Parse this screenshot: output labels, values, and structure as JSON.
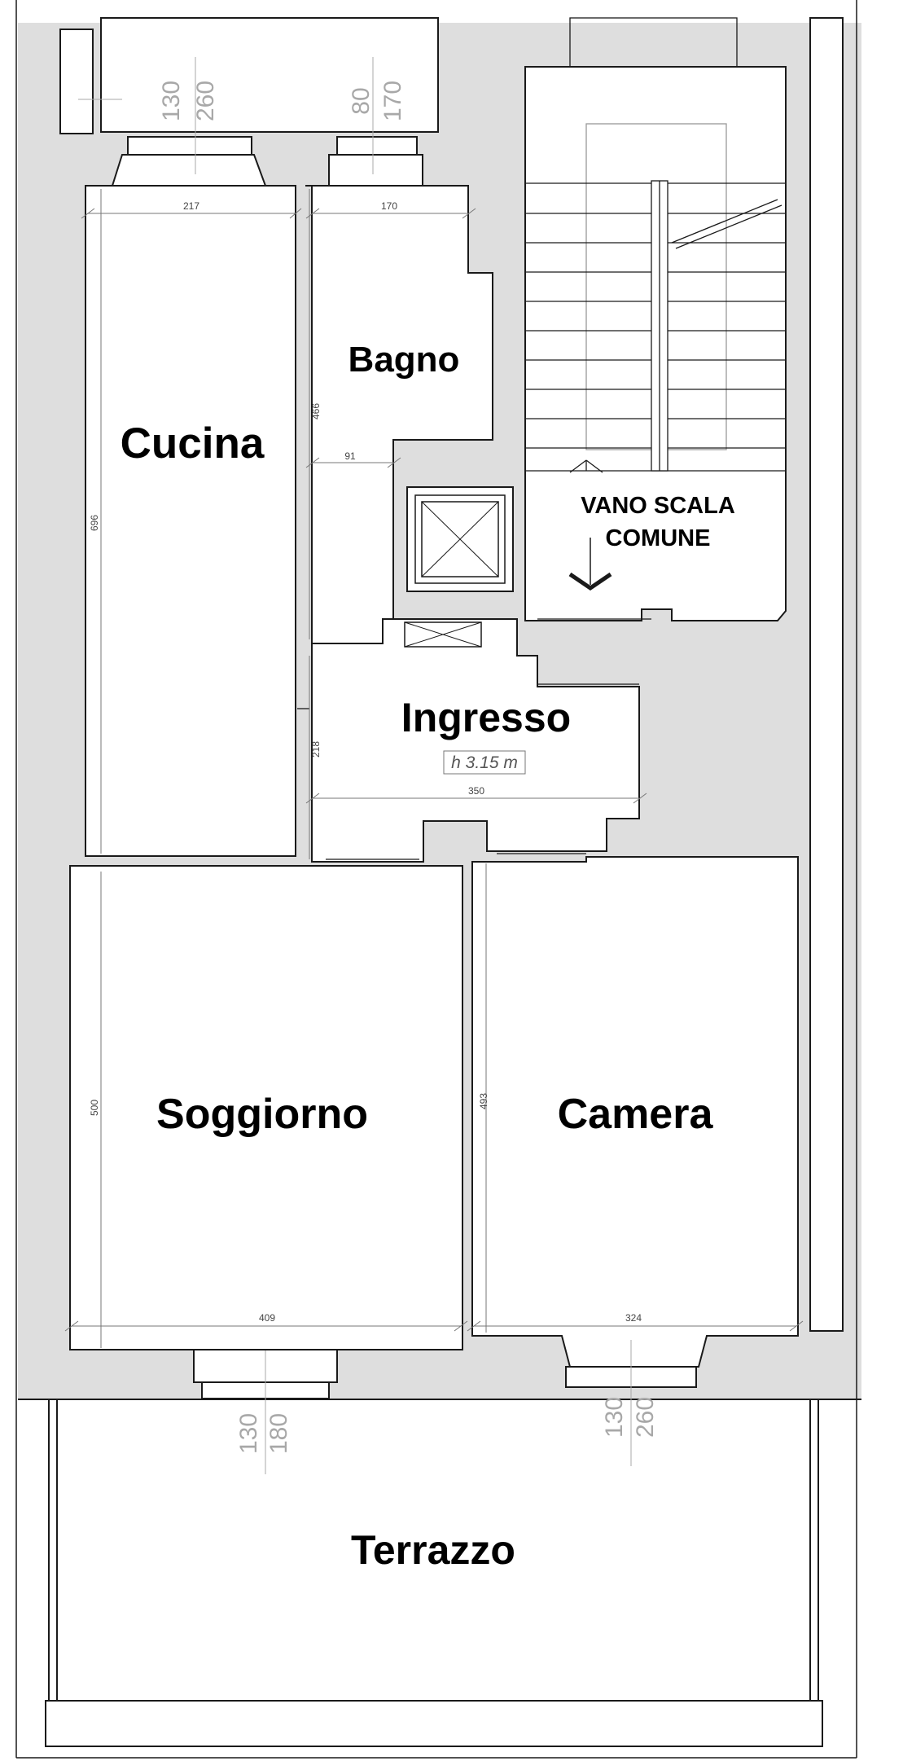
{
  "rooms": {
    "cucina": "Cucina",
    "bagno": "Bagno",
    "ingresso": "Ingresso",
    "soggiorno": "Soggiorno",
    "camera": "Camera",
    "terrazzo": "Terrazzo"
  },
  "stairwell": {
    "line1": "VANO SCALA",
    "line2": "COMUNE"
  },
  "ingresso_height": "h 3.15 m",
  "dimensions": {
    "cucina_width": "217",
    "cucina_length": "696",
    "bagno_width": "170",
    "bagno_length": "466",
    "bagno_nook": "91",
    "ingresso_width": "350",
    "ingresso_depth": "218",
    "soggiorno_width": "409",
    "soggiorno_length": "500",
    "camera_width": "324",
    "camera_length": "493"
  },
  "windows": {
    "cucina": [
      "130",
      "260"
    ],
    "bagno": [
      "80",
      "170"
    ],
    "soggiorno": [
      "130",
      "180"
    ],
    "camera": [
      "130",
      "260"
    ]
  },
  "colors": {
    "wall": "#dedede",
    "line": "#1a1a1a",
    "dimension_line": "#777777",
    "window_dim": "#a8a8a8"
  }
}
